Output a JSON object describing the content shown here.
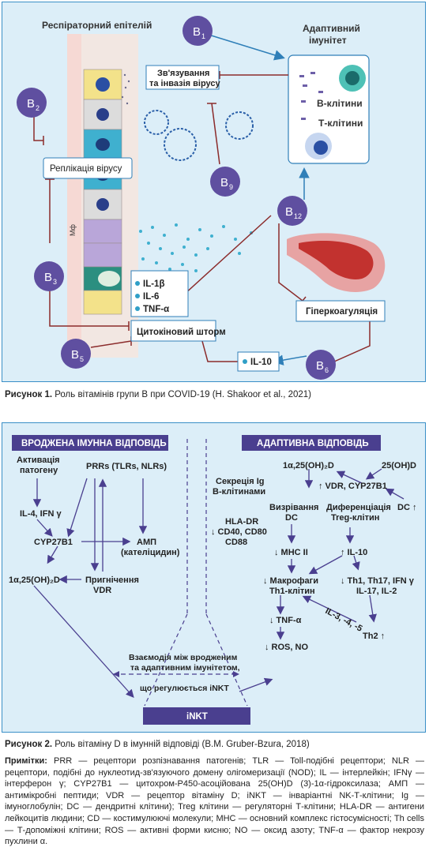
{
  "figure1": {
    "title_epithelium": "Респіраторний епітелій",
    "title_adaptive_1": "Адаптивний",
    "title_adaptive_2": "імунітет",
    "b_cells": "В-клітини",
    "t_cells": "Т-клітини",
    "box_binding_1": "Зв'язування",
    "box_binding_2": "та інвазія вірусу",
    "box_replication": "Реплікація вірусу",
    "box_cytokine": "Цитокіновий шторм",
    "box_hypercoag": "Гіперкоагуляція",
    "box_il10": "IL-10",
    "il1b": "IL-1β",
    "il6": "IL-6",
    "tnfa": "TNF-α",
    "mph": "Мф",
    "nodes": {
      "b1": {
        "letter": "B",
        "sub": "1"
      },
      "b2": {
        "letter": "B",
        "sub": "2"
      },
      "b3": {
        "letter": "B",
        "sub": "3"
      },
      "b5": {
        "letter": "B",
        "sub": "5"
      },
      "b6": {
        "letter": "B",
        "sub": "6"
      },
      "b9": {
        "letter": "B",
        "sub": "9"
      },
      "b12": {
        "letter": "B",
        "sub": "12"
      }
    },
    "colors": {
      "node": "#5f4fa0",
      "inhibit": "#8b2b2b",
      "activate": "#2f7fb8",
      "panel": "#dceef8"
    }
  },
  "caption1": {
    "label": "Рисунок 1.",
    "text": "Роль вітамінів групи В при COVID-19 (H. Shakoor et al., 2021)"
  },
  "figure2": {
    "header_innate": "ВРОДЖЕНА ІМУННА ВІДПОВІДЬ",
    "header_adaptive": "АДАПТИВНА ВІДПОВІДЬ",
    "activation_1": "Активація",
    "activation_2": "патогену",
    "prrs": "PRRs (TLRs, NLRs)",
    "il4": "IL-4, IFN γ",
    "cyp": "CYP27B1",
    "amp_1": "АМП",
    "amp_2": "(кателіцидин)",
    "d_innate": "1α,25(OH)₂D",
    "suppress_1": "Пригнічення",
    "suppress_2": "VDR",
    "d_adaptive": "1α,25(OH)₂D",
    "d25": "25(OH)D",
    "vdr_cyp": "↑ VDR, CYP27B1",
    "dc_up": "DC ↑",
    "igsec_1": "Секреція Ig",
    "igsec_2": "В-клітинами",
    "maturation_1": "Визрівання",
    "maturation_2": "DC",
    "diff_1": "Диференціація",
    "diff_2": "Treg-клітин",
    "hla_1": "HLA-DR",
    "hla_2": "↓ CD40, CD80",
    "hla_3": "CD88",
    "mhc": "↓ MHC II",
    "il10": "↑ IL-10",
    "macro_1": "↓ Макрофаги",
    "macro_2": "Th1-клітин",
    "th_1": "↓ Th1, Th17, IFN γ",
    "th_2": "IL-17, IL-2",
    "il345": "IL-3, -4, -5",
    "th2": "Th2 ↑",
    "tnf": "↓ TNF-α",
    "ros": "↓ ROS, NO",
    "interaction_1": "Взаємодія між вродженим",
    "interaction_2": "та адаптивним імунітетом,",
    "interaction_3": "що регулюється iNKT",
    "inkt": "iNKT",
    "colors": {
      "header": "#4a3f8f",
      "arrow": "#4a3f8f",
      "panel": "#dceef8"
    }
  },
  "caption2": {
    "label": "Рисунок 2.",
    "text": "Роль вітаміну D в імунній відповіді (B.M. Gruber-Bzura, 2018)"
  },
  "notes": {
    "label": "Примітки:",
    "text": "PRR — рецептори розпізнавання патогенів; TLR — Toll-подібні рецептори; NLR — рецептори, подібні до нуклеотид-зв'язуючого домену олігомеризації (NOD); IL — інтерлейкін; IFNγ — інтерферон γ; CYP27B1 — цитохром-Р450-асоційована 25(OH)D (3)-1α-гідроксилаза; АМП — антимікробні пептиди; VDR — рецептор вітаміну D; iNKT — інваріантні NK-Т-клітини; Ig — імуноглобулін; DC — дендритні клітини); Treg клітини — регуляторні Т-клітини; HLA-DR — антигени лейкоцитів людини; CD — костимулюючі молекули; MHC — основний комплекс гістосумісності; Th cells — Т-допоміжні клітини; ROS — активні форми кисню; NO — оксид азоту; TNF-α — фактор некрозу пухлини α."
  }
}
